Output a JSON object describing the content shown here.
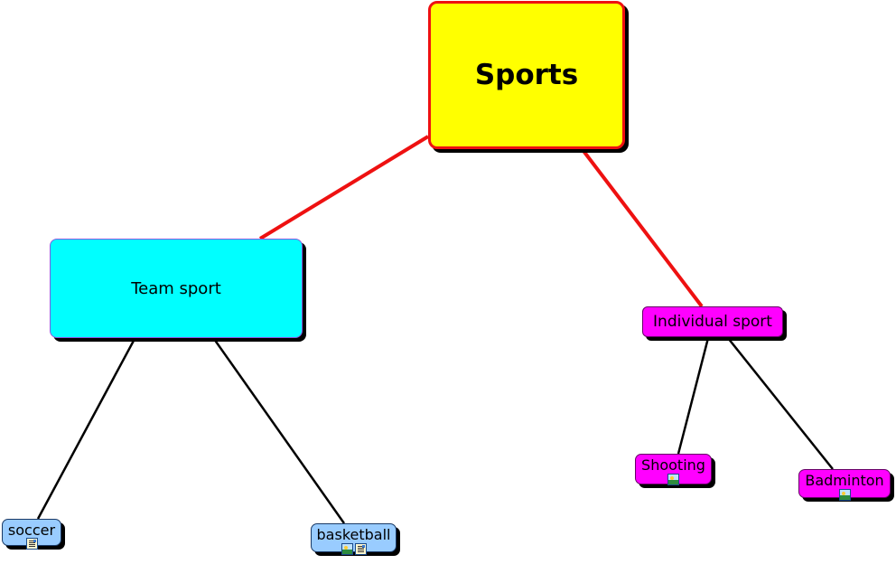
{
  "diagram": {
    "type": "concept-map",
    "root": {
      "label": "Sports",
      "fill": "#ffff00",
      "border": "#ee1111"
    },
    "children": [
      {
        "id": "team",
        "label": "Team sport",
        "fill": "#00ffff",
        "link_color": "#ee1111",
        "children": [
          {
            "id": "soccer",
            "label": "soccer",
            "fill": "#99ccff",
            "icons": [
              "note-icon"
            ]
          },
          {
            "id": "basketball",
            "label": "basketball",
            "fill": "#99ccff",
            "icons": [
              "image-icon",
              "note-icon"
            ]
          }
        ]
      },
      {
        "id": "individual",
        "label": "Individual sport",
        "fill": "#ff00ff",
        "link_color": "#ee1111",
        "children": [
          {
            "id": "shooting",
            "label": "Shooting",
            "fill": "#ff00ff",
            "icons": [
              "image-icon"
            ]
          },
          {
            "id": "badminton",
            "label": "Badminton",
            "fill": "#ff00ff",
            "icons": [
              "image-icon"
            ]
          }
        ]
      }
    ],
    "link_colors": {
      "primary": "#ee1111",
      "secondary": "#000000"
    }
  }
}
